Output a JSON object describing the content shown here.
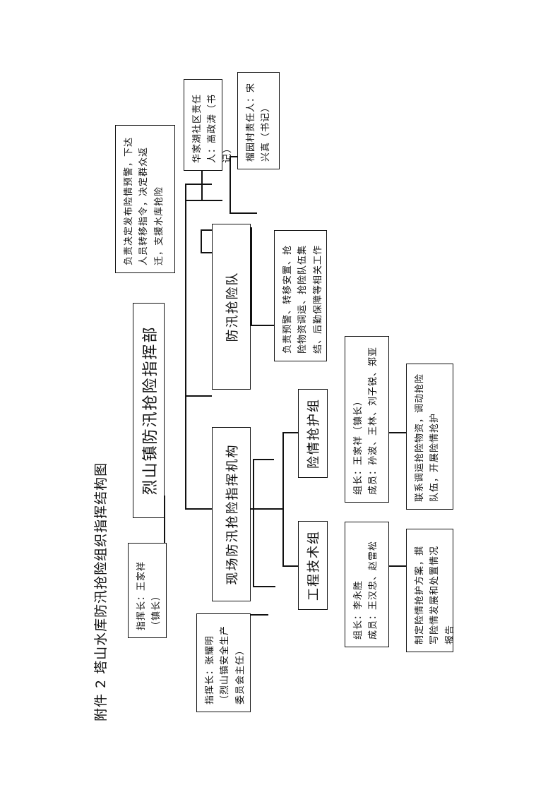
{
  "title": "附件 2  塔山水库防汛抢险组织指挥结构图",
  "hq": {
    "label": "烈山镇防汛抢险指挥部"
  },
  "hq_commander": {
    "text": "指挥长：王家祥（镇长）"
  },
  "hq_duty": {
    "text": "负责决定发布险情预警，下达人员转移指令，决定群众返迁，支援水库抢险"
  },
  "site": {
    "label": "现场防汛抢险指挥机构"
  },
  "site_commander": {
    "line1": "指挥长：张耀明",
    "line2": "（烈山镇安全生产委员会主任）"
  },
  "team": {
    "label": "防汛抢险队"
  },
  "team_duty": {
    "text": "负责预警、转移安置、抢险物资调运、抢险队伍集结、后勤保障等相关工作"
  },
  "resp1": {
    "text": "华家湖社区责任人：高政涛（书记）"
  },
  "resp2": {
    "text": "榴园村责任人：宋兴真（书记）"
  },
  "rescue": {
    "label": "险情抢护组",
    "members": {
      "leader": "组长：王家祥（镇长）",
      "members": "成员：孙波、王林、刘子锐、郑亚"
    },
    "duty": "联系调运抢险物资，调动抢险队伍，开展险情抢护"
  },
  "tech": {
    "label": "工程技术组",
    "members": {
      "leader": "组长：李永胜",
      "members": "成员：王汉忠、赵雷松"
    },
    "duty": "制定险情抢护方案，撰写险情发展和处置情况报告"
  }
}
